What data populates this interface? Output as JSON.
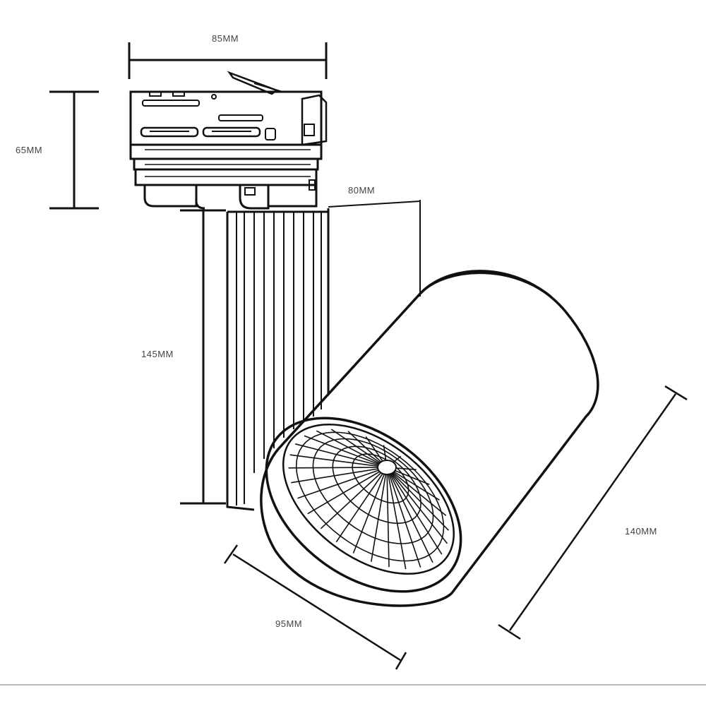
{
  "dimensions": {
    "adapter_width": "85MM",
    "adapter_height": "65MM",
    "body_height": "145MM",
    "body_width": "80MM",
    "lamp_diameter": "95MM",
    "lamp_length": "140MM"
  },
  "colors": {
    "line": "#111111",
    "label": "#444444",
    "background": "#ffffff"
  }
}
